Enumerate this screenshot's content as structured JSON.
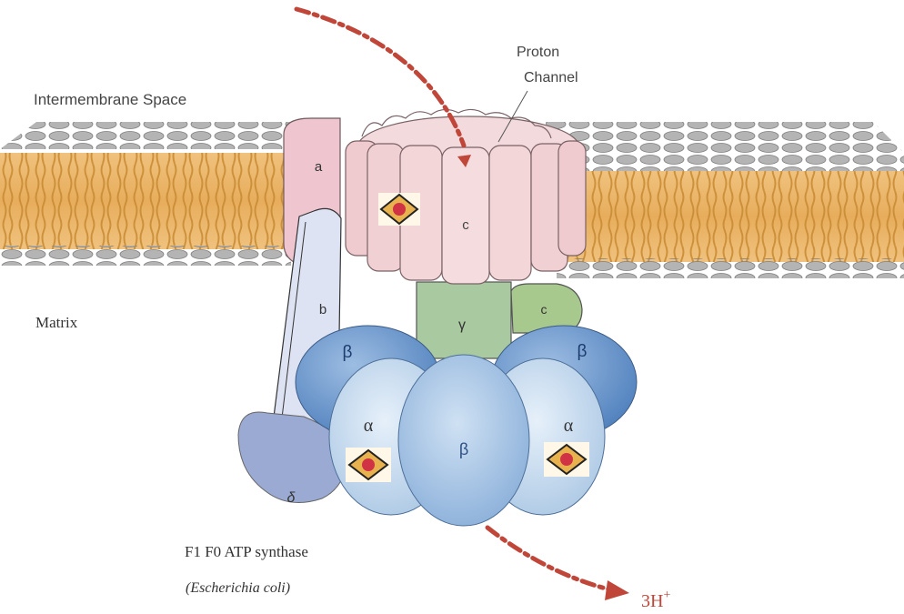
{
  "labels": {
    "intermembrane": "Intermembrane Space",
    "proton_line1": "Proton",
    "proton_line2": "Channel",
    "matrix": "Matrix",
    "caption_line1": "F1 F0 ATP synthase",
    "caption_line2": "(Escherichia coli)",
    "protons_out": "3H",
    "protons_sup": "+"
  },
  "subunits": {
    "a": "a",
    "b": "b",
    "c_ring": "c",
    "epsilon": "c",
    "gamma": "γ",
    "delta": "δ",
    "beta_left": "β",
    "beta_right": "β",
    "beta_front": "β",
    "alpha_left": "α",
    "alpha_right": "α"
  },
  "colors": {
    "membrane_tail": "#e8b060",
    "head_group": "#a9a9a9",
    "c_ring": "#f1d2d4",
    "subunit_a": "#efc5cf",
    "subunit_b": "#dde3f2",
    "gamma": "#a9c9a1",
    "epsilon": "#a8c98e",
    "beta": "#6e98cb",
    "alpha": "#c7dcef",
    "beta_front": "#a9c7e7",
    "delta": "#9aaad3",
    "arrow": "#c0463a"
  }
}
